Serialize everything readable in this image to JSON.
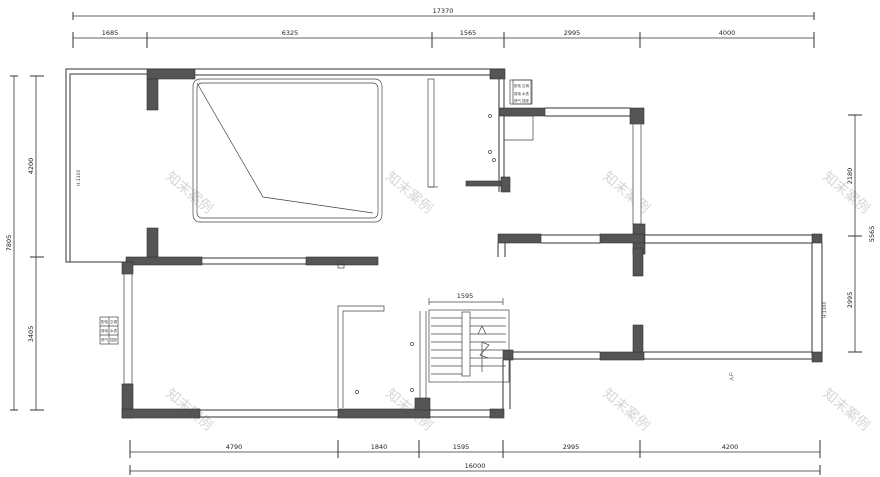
{
  "dimensions": {
    "top_total": "17370",
    "top_segments": [
      "1685",
      "6325",
      "1565",
      "2995",
      "4000"
    ],
    "bottom_total": "16000",
    "bottom_segments": [
      "4790",
      "1840",
      "1595",
      "2995",
      "4200"
    ],
    "left_total": "7805",
    "left_segments": [
      "4200",
      "3405"
    ],
    "right_total": "5565",
    "right_segments": [
      "2180",
      "2995"
    ],
    "stair_width": "1595"
  },
  "annotations": {
    "height_note_left": "H:1100",
    "height_note_right": "H:1100",
    "small_label": "入户"
  },
  "legend": {
    "rows": [
      [
        "配电",
        "空调"
      ],
      [
        "弱电",
        "水表"
      ],
      [
        "燃气",
        "插座"
      ]
    ]
  },
  "watermark": {
    "text": "知末案例",
    "color": "#d6d6d6"
  },
  "colors": {
    "line": "#333333",
    "wall": "#555555"
  }
}
